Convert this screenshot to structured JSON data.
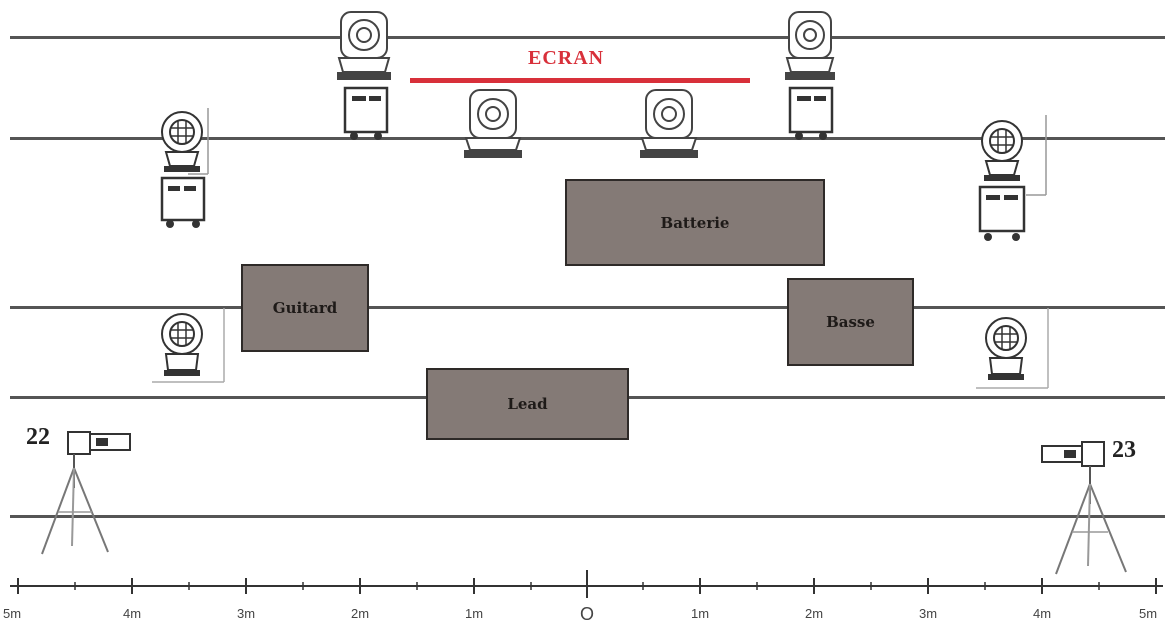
{
  "screen": {
    "label": "ECRAN",
    "color": "#d8303a"
  },
  "stage_blocks": {
    "batterie": "Batterie",
    "guitare": "Guitard",
    "basse": "Basse",
    "lead": "Lead"
  },
  "cameras": {
    "left": {
      "number": "22",
      "icon": "camera-on-tripod-icon"
    },
    "right": {
      "number": "23",
      "icon": "camera-on-tripod-icon"
    }
  },
  "lights": {
    "moving_head_icon": "moving-head-spot-icon",
    "wash_icon": "led-wash-icon",
    "flight_case_icon": "flight-case-icon"
  },
  "scale": {
    "center_label": "O",
    "left_labels": [
      "5m",
      "4m",
      "3m",
      "2m",
      "1m"
    ],
    "right_labels": [
      "1m",
      "2m",
      "3m",
      "4m",
      "5m"
    ]
  },
  "colors": {
    "block_fill": "#847a76",
    "truss": "#555555",
    "screen": "#d8303a"
  }
}
